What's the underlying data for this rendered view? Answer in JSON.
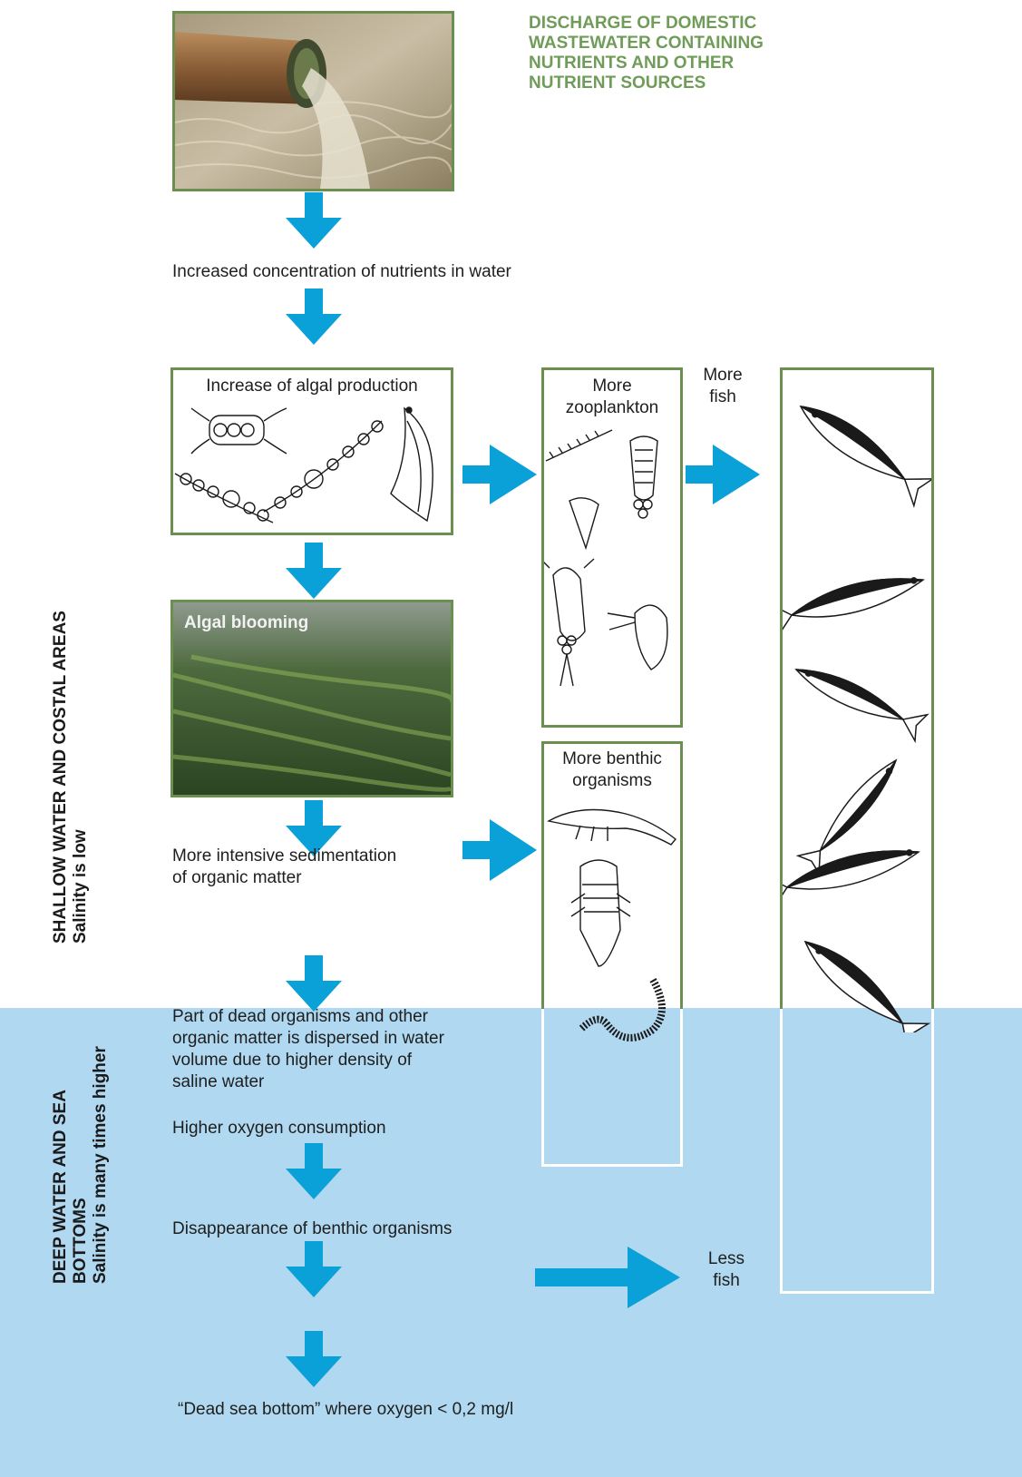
{
  "header": {
    "title_lines": [
      "DISCHARGE OF DOMESTIC",
      "WASTEWATER CONTAINING",
      "NUTRIENTS AND OTHER",
      "NUTRIENT SOURCES"
    ]
  },
  "zones": {
    "shallow": {
      "title": "SHALLOW WATER AND COSTAL AREAS",
      "subtitle": "Salinity is low"
    },
    "deep": {
      "title_lines": [
        "DEEP WATER AND SEA",
        "BOTTOMS"
      ],
      "subtitle": "Salinity is many times higher"
    }
  },
  "steps": {
    "nutrients": "Increased concentration of nutrients in water",
    "algal_production": "Increase of algal production",
    "algal_blooming": "Algal  blooming",
    "sedimentation_lines": [
      "More intensive sedimentation",
      "of organic matter"
    ],
    "dispersed_lines": [
      "Part of dead organisms and other",
      "organic matter is dispersed  in water",
      "volume due to higher density of",
      "saline water"
    ],
    "oxygen": "Higher oxygen consumption",
    "disappearance": "Disappearance of benthic organisms",
    "dead_bottom": "“Dead sea bottom” where oxygen < 0,2 mg/l"
  },
  "outcomes": {
    "zooplankton_lines": [
      "More",
      "zooplankton"
    ],
    "more_fish_lines": [
      "More",
      "fish"
    ],
    "benthic_lines": [
      "More benthic",
      "organisms"
    ],
    "less_fish_lines": [
      "Less",
      "fish"
    ]
  },
  "colors": {
    "arrow": "#0aa0d8",
    "box_border": "#6b8f4e",
    "title_green": "#6f9c58",
    "deep_water": "#b0d9f1"
  }
}
